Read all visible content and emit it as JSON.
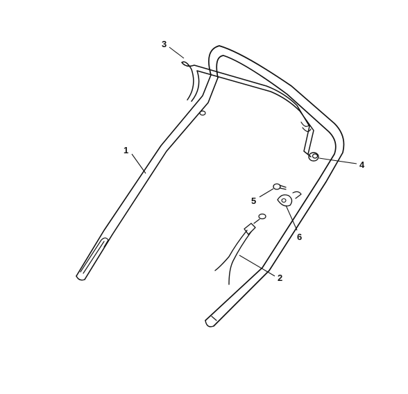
{
  "colors": {
    "ink": "#111111",
    "background": "#ffffff"
  },
  "diagram": {
    "parts": [
      {
        "number": "1",
        "semantic": "lower-handle-bar"
      },
      {
        "number": "2",
        "semantic": "control-cable"
      },
      {
        "number": "3",
        "semantic": "operator-presence-bail"
      },
      {
        "number": "4",
        "semantic": "knob"
      },
      {
        "number": "5",
        "semantic": "bolt"
      },
      {
        "number": "6",
        "semantic": "cable-clip"
      }
    ]
  }
}
